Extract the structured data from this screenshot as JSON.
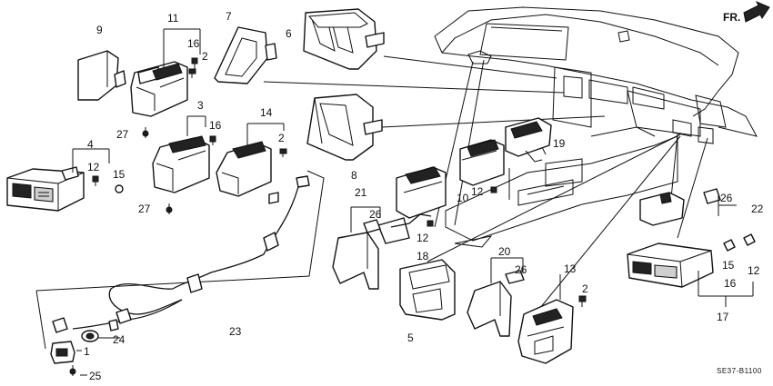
{
  "diagram_code": "SE37-B1100",
  "direction_label": "FR.",
  "callouts": {
    "c1": "1",
    "c2a": "2",
    "c2b": "2",
    "c2c": "2",
    "c3": "3",
    "c4": "4",
    "c5": "5",
    "c6": "6",
    "c7": "7",
    "c8": "8",
    "c9": "9",
    "c10": "10",
    "c11": "11",
    "c12a": "12",
    "c12b": "12",
    "c12c": "12",
    "c12d": "12",
    "c13": "13",
    "c14": "14",
    "c15a": "15",
    "c15b": "15",
    "c16a": "16",
    "c16b": "16",
    "c16c": "16",
    "c17": "17",
    "c18": "18",
    "c19": "19",
    "c20": "20",
    "c21": "21",
    "c22": "22",
    "c23": "23",
    "c24": "24",
    "c25": "25",
    "c26a": "26",
    "c26b": "26",
    "c26c": "26",
    "c27a": "27",
    "c27b": "27"
  }
}
